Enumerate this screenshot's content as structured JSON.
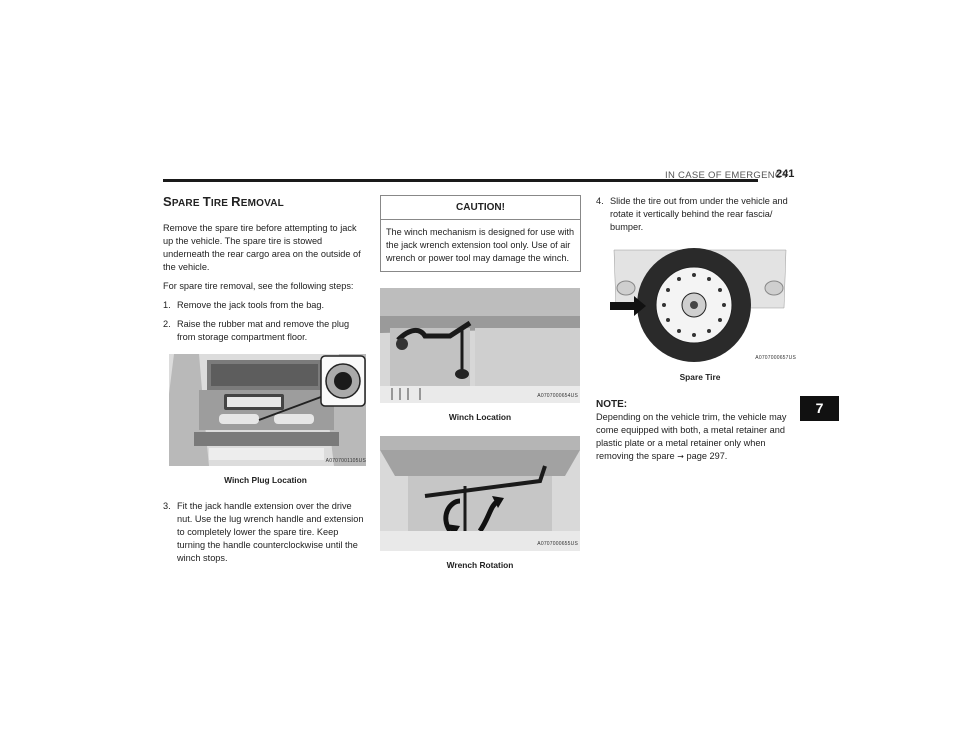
{
  "header": {
    "section_title": "IN CASE OF EMERGENCY",
    "page_number": "241"
  },
  "tab": {
    "chapter": "7"
  },
  "col1": {
    "heading_first": "S",
    "heading_rest1": "PARE ",
    "heading_T": "T",
    "heading_rest2": "IRE ",
    "heading_R": "R",
    "heading_rest3": "EMOVAL",
    "intro": "Remove the spare tire before attempting to jack up the vehicle. The spare tire is stowed underneath the rear cargo area on the outside of the vehicle.",
    "lead": "For spare tire removal, see the following steps:",
    "step1_num": "1.",
    "step1": "Remove the jack tools from the bag.",
    "step2_num": "2.",
    "step2": "Raise the rubber mat and remove the plug from storage compartment floor.",
    "fig1_code": "A0707001105US",
    "fig1_caption": "Winch Plug Location",
    "step3_num": "3.",
    "step3": "Fit the jack handle extension over the drive nut. Use the lug wrench handle and extension to completely lower the spare tire. Keep turning the handle counterclockwise until the winch stops."
  },
  "col2": {
    "caution_title": "CAUTION!",
    "caution_body": "The winch mechanism is designed for use with the jack wrench extension tool only. Use of air wrench or power tool may damage the winch.",
    "fig2_code": "A0707000654US",
    "fig2_caption": "Winch Location",
    "fig3_code": "A0707000655US",
    "fig3_caption": "Wrench Rotation"
  },
  "col3": {
    "step4_num": "4.",
    "step4": "Slide the tire out from under the vehicle and rotate it vertically behind the rear fascia/ bumper.",
    "fig4_code": "A0707000657US",
    "fig4_caption": "Spare Tire",
    "note_title": "NOTE:",
    "note_body": "Depending on the vehicle trim, the vehicle may come equipped with both, a metal retainer and plastic plate or a metal retainer only when removing the spare",
    "note_ref": "page 297."
  }
}
